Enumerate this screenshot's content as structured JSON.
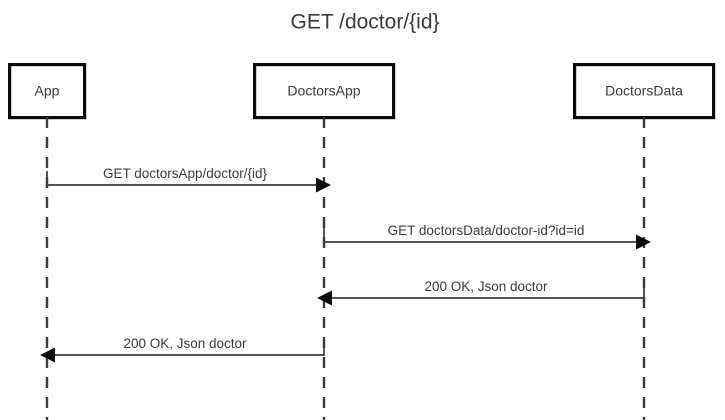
{
  "diagram": {
    "type": "sequence-diagram",
    "title": "GET /doctor/{id}",
    "background_color": "#ffffff",
    "line_color": "#3b3b3b",
    "box_border_color": "#0a0a0a",
    "participants": [
      {
        "id": "app",
        "label": "App"
      },
      {
        "id": "doctorsapp",
        "label": "DoctorsApp"
      },
      {
        "id": "doctorsdata",
        "label": "DoctorsData"
      }
    ],
    "messages": [
      {
        "index": 1,
        "label": "GET doctorsApp/doctor/{id}",
        "from": "App",
        "to": "DoctorsApp",
        "direction": "right",
        "kind": "request"
      },
      {
        "index": 2,
        "label": "GET doctorsData/doctor-id?id=id",
        "from": "DoctorsApp",
        "to": "DoctorsData",
        "direction": "right",
        "kind": "request"
      },
      {
        "index": 3,
        "label": "200 OK, Json doctor",
        "from": "DoctorsData",
        "to": "DoctorsApp",
        "direction": "left",
        "kind": "response"
      },
      {
        "index": 4,
        "label": "200 OK, Json doctor",
        "from": "DoctorsApp",
        "to": "App",
        "direction": "left",
        "kind": "response"
      }
    ]
  }
}
